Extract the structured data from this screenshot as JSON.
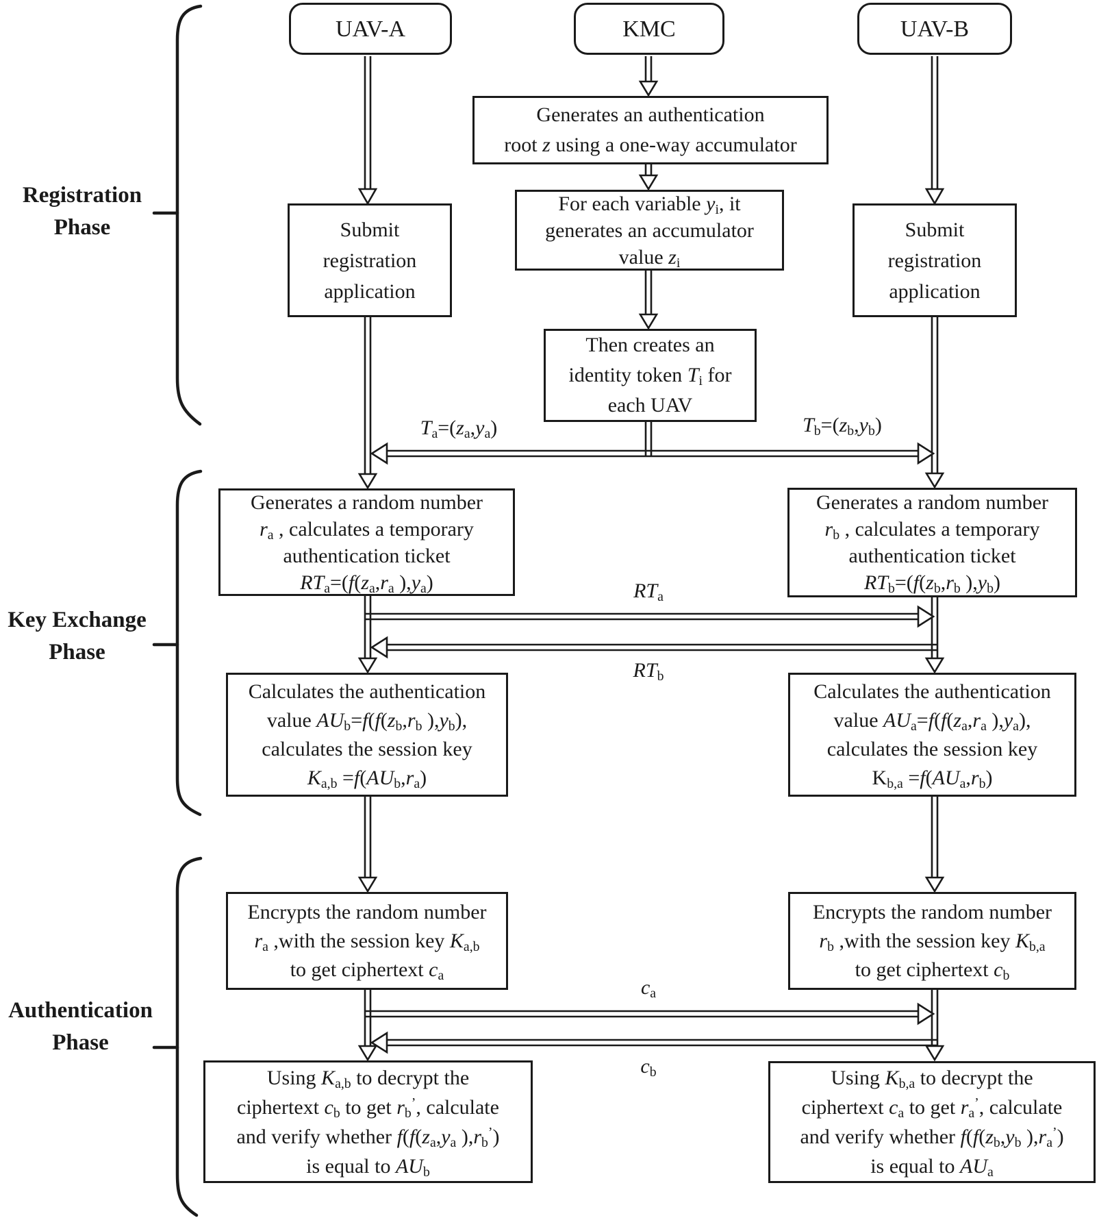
{
  "headers": {
    "uav_a": "UAV-A",
    "kmc": "KMC",
    "uav_b": "UAV-B"
  },
  "phases": {
    "registration": {
      "line1": "Registration",
      "line2": "Phase"
    },
    "key_exchange": {
      "line1": "Key Exchange",
      "line2": "Phase"
    },
    "authentication": {
      "line1": "Authentication",
      "line2": "Phase"
    }
  },
  "kmc": {
    "generate_root_box": {
      "lines": [
        "Generates an authentication",
        "root *z* using a one-way accumulator"
      ]
    },
    "accumulator_box": {
      "lines": [
        "For each variable *y*_{i}, it",
        "generates an accumulator",
        "value *z*_{i}"
      ]
    },
    "identity_token_box": {
      "lines": [
        "Then creates an",
        "identity token *T*_{i} for",
        "each UAV"
      ]
    }
  },
  "uav_a": {
    "submit_box": {
      "lines": [
        "Submit",
        "registration",
        "application"
      ]
    },
    "key_exchange_box": {
      "lines": [
        "Generates a random number",
        "*r*_{a} , calculates a temporary",
        "authentication ticket",
        "*RT*_{a}=(*f*(*z*_{a},*r*_{a} ),*y*_{a})"
      ]
    },
    "session_key_box": {
      "lines": [
        "Calculates the authentication",
        "value  *AU*_{b}=*f*(*f*(*z*_{b},*r*_{b} ),*y*_{b}),",
        "calculates the session key",
        "*K*_{a,b} =*f*(*AU*_{b},*r*_{a})"
      ]
    },
    "encrypt_box": {
      "lines": [
        "Encrypts the random number",
        "*r*_{a} ,with the session key *K*_{a,b}",
        "to get ciphertext *c*_{a}"
      ]
    },
    "verify_box": {
      "lines": [
        "Using *K*_{a,b}  to decrypt the",
        "ciphertext *c*_{b} to get *r*_{b}^{’}, calculate",
        "and verify whether *f*(*f*(*z*_{a},*y*_{a} ),*r*_{b}^{’})",
        "is equal to *AU*_{b}"
      ]
    }
  },
  "uav_b": {
    "submit_box": {
      "lines": [
        "Submit",
        "registration",
        "application"
      ]
    },
    "key_exchange_box": {
      "lines": [
        "Generates a random number",
        "*r*_{b} , calculates a temporary",
        "authentication ticket",
        "*RT*_{b}=(*f*(*z*_{b},*r*_{b} ),*y*_{b})"
      ]
    },
    "session_key_box": {
      "lines": [
        "Calculates the authentication",
        "value *AU*_{a}=*f*(*f*(*z*_{a},*r*_{a} ),*y*_{a}),",
        "calculates the session key",
        "K_{b,a} =*f*(*AU*_{a},*r*_{b})"
      ]
    },
    "encrypt_box": {
      "lines": [
        "Encrypts the random number",
        "*r*_{b} ,with the session key *K*_{b,a}",
        "to get ciphertext *c*_{b}"
      ]
    },
    "verify_box": {
      "lines": [
        "Using *K*_{b,a}  to decrypt the",
        "ciphertext *c*_{a} to get *r*_{a}^{’}, calculate",
        "and verify whether *f*(*f*(*z*_{b},*y*_{b} ),*r*_{a}^{’})",
        "is equal to *AU*_{a}"
      ]
    }
  },
  "messages": {
    "ta": "*T*_{a}=(*z*_{a},*y*_{a})",
    "tb": "*T*_{b}=(*z*_{b},*y*_{b})",
    "rta": "*RT*_{a}",
    "rtb": "*RT*_{b}",
    "ca": "*c*_{a}",
    "cb": "*c*_{b}"
  }
}
